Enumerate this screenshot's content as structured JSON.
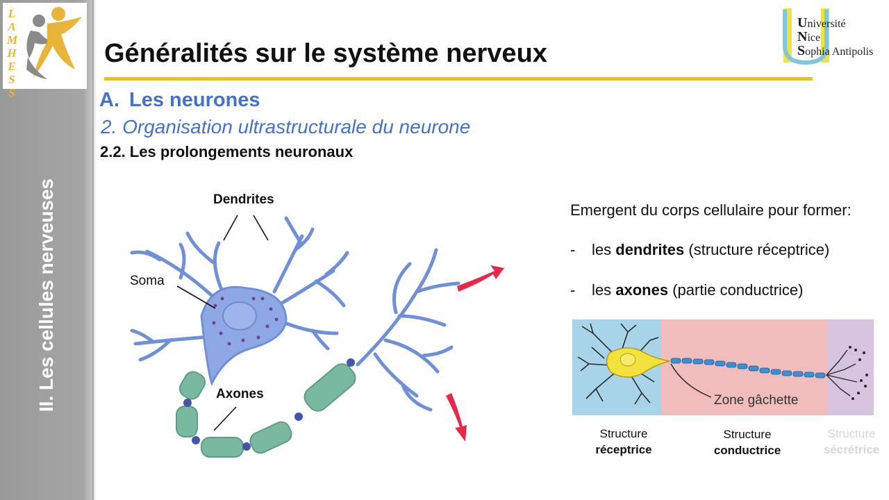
{
  "logo": {
    "letters": [
      "L",
      "A",
      "M",
      "H",
      "E",
      "S",
      "S"
    ]
  },
  "sidebar": {
    "title": "II. Les cellules nerveuses"
  },
  "header": {
    "title": "Généralités sur le système nerveux"
  },
  "university": {
    "u": "U",
    "u_rest": "niversité",
    "n": "N",
    "n_rest": "ice",
    "s": "S",
    "s_rest": "ophia Antipolis"
  },
  "section": {
    "letter": "A.",
    "heading": "Les neurones",
    "subheading": "2. Organisation ultrastructurale du neurone",
    "subsubheading": "2.2. Les prolongements neuronaux"
  },
  "figure": {
    "label_dendrites": "Dendrites",
    "label_soma": "Soma",
    "label_axones": "Axones"
  },
  "content": {
    "intro": "Emergent du corps cellulaire pour former:",
    "items": [
      {
        "dash": "-",
        "prefix": "les ",
        "bold": "dendrites",
        "suffix": " (structure réceptrice)"
      },
      {
        "dash": "-",
        "prefix": "les ",
        "bold": "axones",
        "suffix": " (partie conductrice)"
      }
    ]
  },
  "diagram": {
    "zone_label": "Zone gâchette",
    "colors": {
      "receptive": "#a8d4ea",
      "conductive": "#f1bcbc",
      "secretory": "#d5c3df"
    },
    "structures": [
      {
        "line1": "Structure",
        "line2": "réceptrice",
        "faded": false
      },
      {
        "line1": "Structure",
        "line2": "conductrice",
        "faded": false
      },
      {
        "line1": "Structure",
        "line2": "sécrétrice",
        "faded": true
      }
    ]
  }
}
